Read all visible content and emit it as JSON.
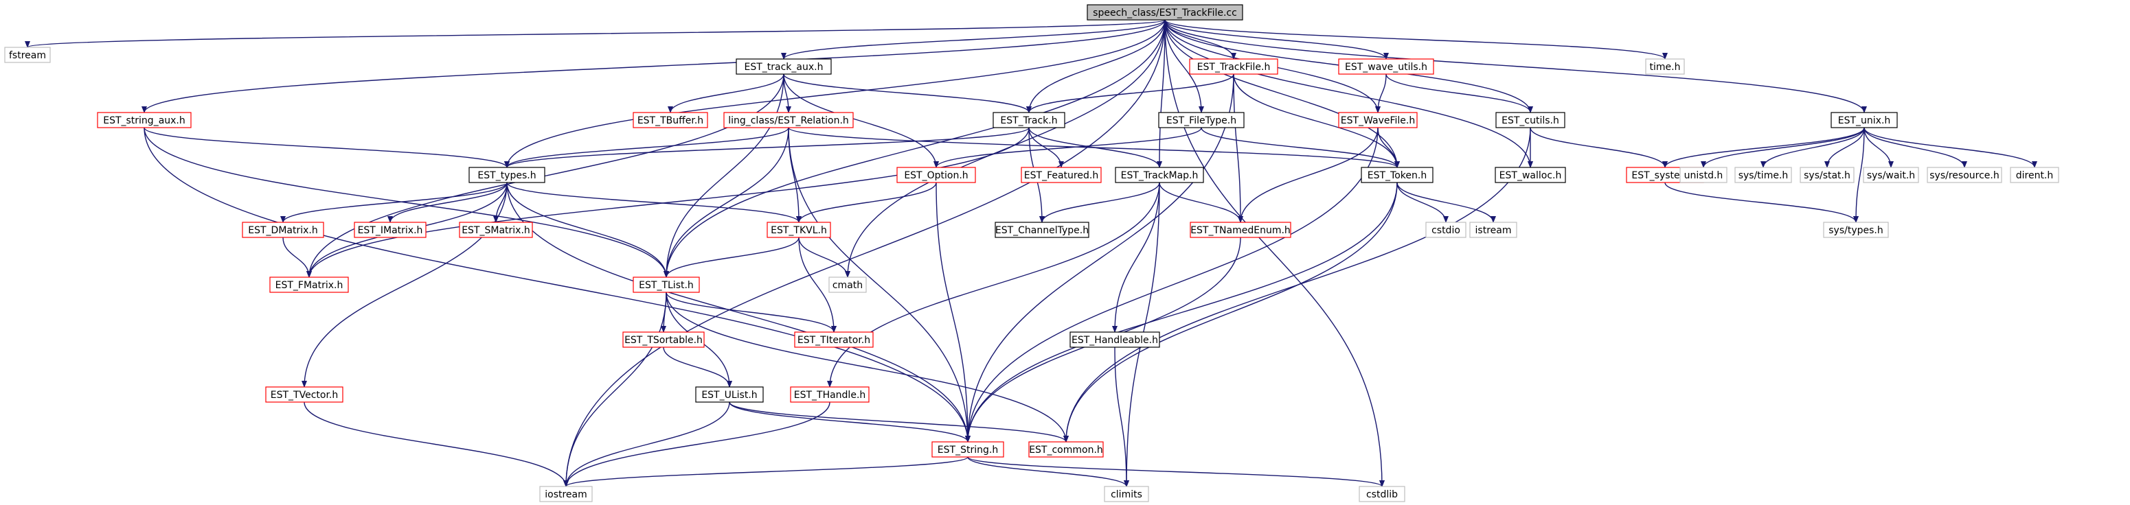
{
  "graph": {
    "nodes": [
      {
        "id": "root",
        "label": "speech_class/EST_TrackFile.cc",
        "kind": "root"
      },
      {
        "id": "fstream",
        "label": "fstream",
        "kind": "sys"
      },
      {
        "id": "iostream",
        "label": "iostream",
        "kind": "sys"
      },
      {
        "id": "string_aux",
        "label": "EST_string_aux.h",
        "kind": "link"
      },
      {
        "id": "types",
        "label": "EST_types.h",
        "kind": "doc"
      },
      {
        "id": "track_aux",
        "label": "EST_track_aux.h",
        "kind": "doc"
      },
      {
        "id": "tbuffer",
        "label": "EST_TBuffer.h",
        "kind": "link"
      },
      {
        "id": "relation",
        "label": "ling_class/EST_Relation.h",
        "kind": "link"
      },
      {
        "id": "track",
        "label": "EST_Track.h",
        "kind": "doc"
      },
      {
        "id": "trackfile",
        "label": "EST_TrackFile.h",
        "kind": "link"
      },
      {
        "id": "filetype",
        "label": "EST_FileType.h",
        "kind": "doc"
      },
      {
        "id": "wave_utils",
        "label": "EST_wave_utils.h",
        "kind": "link"
      },
      {
        "id": "wavefile",
        "label": "EST_WaveFile.h",
        "kind": "link"
      },
      {
        "id": "cutils",
        "label": "EST_cutils.h",
        "kind": "doc"
      },
      {
        "id": "walloc",
        "label": "EST_walloc.h",
        "kind": "doc"
      },
      {
        "id": "time",
        "label": "time.h",
        "kind": "sys"
      },
      {
        "id": "unix",
        "label": "EST_unix.h",
        "kind": "doc"
      },
      {
        "id": "system",
        "label": "EST_system.h",
        "kind": "link"
      },
      {
        "id": "unistd",
        "label": "unistd.h",
        "kind": "sys"
      },
      {
        "id": "systime",
        "label": "sys/time.h",
        "kind": "sys"
      },
      {
        "id": "sysstat",
        "label": "sys/stat.h",
        "kind": "sys"
      },
      {
        "id": "syswait",
        "label": "sys/wait.h",
        "kind": "sys"
      },
      {
        "id": "sysresource",
        "label": "sys/resource.h",
        "kind": "sys"
      },
      {
        "id": "dirent",
        "label": "dirent.h",
        "kind": "sys"
      },
      {
        "id": "systypes",
        "label": "sys/types.h",
        "kind": "sys"
      },
      {
        "id": "token",
        "label": "EST_Token.h",
        "kind": "doc"
      },
      {
        "id": "cstdio",
        "label": "cstdio",
        "kind": "sys"
      },
      {
        "id": "istream",
        "label": "istream",
        "kind": "sys"
      },
      {
        "id": "option",
        "label": "EST_Option.h",
        "kind": "link"
      },
      {
        "id": "featured",
        "label": "EST_Featured.h",
        "kind": "link"
      },
      {
        "id": "trackmap",
        "label": "EST_TrackMap.h",
        "kind": "doc"
      },
      {
        "id": "channeltype",
        "label": "EST_ChannelType.h",
        "kind": "doc"
      },
      {
        "id": "tnamedenum",
        "label": "EST_TNamedEnum.h",
        "kind": "link"
      },
      {
        "id": "dmatrix",
        "label": "EST_DMatrix.h",
        "kind": "link"
      },
      {
        "id": "imatrix",
        "label": "EST_IMatrix.h",
        "kind": "link"
      },
      {
        "id": "smatrix",
        "label": "EST_SMatrix.h",
        "kind": "link"
      },
      {
        "id": "tkvl",
        "label": "EST_TKVL.h",
        "kind": "link"
      },
      {
        "id": "fmatrix",
        "label": "EST_FMatrix.h",
        "kind": "link"
      },
      {
        "id": "tlist",
        "label": "EST_TList.h",
        "kind": "link"
      },
      {
        "id": "cmath",
        "label": "cmath",
        "kind": "sys"
      },
      {
        "id": "tsortable",
        "label": "EST_TSortable.h",
        "kind": "link"
      },
      {
        "id": "titerator",
        "label": "EST_TIterator.h",
        "kind": "link"
      },
      {
        "id": "handleable",
        "label": "EST_Handleable.h",
        "kind": "doc"
      },
      {
        "id": "ulist",
        "label": "EST_UList.h",
        "kind": "doc"
      },
      {
        "id": "thandle",
        "label": "EST_THandle.h",
        "kind": "link"
      },
      {
        "id": "tvector",
        "label": "EST_TVector.h",
        "kind": "link"
      },
      {
        "id": "string",
        "label": "EST_String.h",
        "kind": "link"
      },
      {
        "id": "common",
        "label": "EST_common.h",
        "kind": "link"
      },
      {
        "id": "climits",
        "label": "climits",
        "kind": "sys"
      },
      {
        "id": "cstdlib",
        "label": "cstdlib",
        "kind": "sys"
      }
    ],
    "edges": [
      [
        "root",
        "fstream"
      ],
      [
        "root",
        "iostream"
      ],
      [
        "root",
        "string_aux"
      ],
      [
        "root",
        "types"
      ],
      [
        "root",
        "track_aux"
      ],
      [
        "root",
        "tlist"
      ],
      [
        "root",
        "track"
      ],
      [
        "root",
        "trackfile"
      ],
      [
        "root",
        "filetype"
      ],
      [
        "root",
        "wave_utils"
      ],
      [
        "root",
        "wavefile"
      ],
      [
        "root",
        "cutils"
      ],
      [
        "root",
        "walloc"
      ],
      [
        "root",
        "time"
      ],
      [
        "root",
        "unix"
      ],
      [
        "root",
        "token"
      ],
      [
        "root",
        "trackmap"
      ],
      [
        "root",
        "cmath"
      ],
      [
        "root",
        "cstdlib"
      ],
      [
        "string_aux",
        "types"
      ],
      [
        "string_aux",
        "tlist"
      ],
      [
        "string_aux",
        "string"
      ],
      [
        "track_aux",
        "tbuffer"
      ],
      [
        "track_aux",
        "relation"
      ],
      [
        "track_aux",
        "track"
      ],
      [
        "track_aux",
        "option"
      ],
      [
        "track_aux",
        "tlist"
      ],
      [
        "track_aux",
        "fmatrix"
      ],
      [
        "relation",
        "types"
      ],
      [
        "relation",
        "tkvl"
      ],
      [
        "relation",
        "tlist"
      ],
      [
        "relation",
        "token"
      ],
      [
        "relation",
        "string"
      ],
      [
        "track",
        "types"
      ],
      [
        "track",
        "featured"
      ],
      [
        "track",
        "trackmap"
      ],
      [
        "track",
        "channeltype"
      ],
      [
        "track",
        "fmatrix"
      ],
      [
        "trackfile",
        "track"
      ],
      [
        "trackfile",
        "token"
      ],
      [
        "trackfile",
        "tnamedenum"
      ],
      [
        "trackfile",
        "string"
      ],
      [
        "filetype",
        "option"
      ],
      [
        "filetype",
        "token"
      ],
      [
        "wave_utils",
        "wavefile"
      ],
      [
        "wave_utils",
        "cutils"
      ],
      [
        "wavefile",
        "token"
      ],
      [
        "wavefile",
        "tnamedenum"
      ],
      [
        "wavefile",
        "string"
      ],
      [
        "cutils",
        "walloc"
      ],
      [
        "cutils",
        "system"
      ],
      [
        "cutils",
        "common"
      ],
      [
        "unix",
        "system"
      ],
      [
        "unix",
        "unistd"
      ],
      [
        "unix",
        "systime"
      ],
      [
        "unix",
        "sysstat"
      ],
      [
        "unix",
        "syswait"
      ],
      [
        "unix",
        "sysresource"
      ],
      [
        "unix",
        "dirent"
      ],
      [
        "unix",
        "systypes"
      ],
      [
        "system",
        "systypes"
      ],
      [
        "types",
        "dmatrix"
      ],
      [
        "types",
        "imatrix"
      ],
      [
        "types",
        "smatrix"
      ],
      [
        "types",
        "tkvl"
      ],
      [
        "types",
        "fmatrix"
      ],
      [
        "types",
        "tlist"
      ],
      [
        "types",
        "tvector"
      ],
      [
        "types",
        "string"
      ],
      [
        "option",
        "tkvl"
      ],
      [
        "option",
        "string"
      ],
      [
        "trackmap",
        "channeltype"
      ],
      [
        "trackmap",
        "tnamedenum"
      ],
      [
        "trackmap",
        "handleable"
      ],
      [
        "trackmap",
        "thandle"
      ],
      [
        "trackmap",
        "climits"
      ],
      [
        "token",
        "cstdio"
      ],
      [
        "token",
        "istream"
      ],
      [
        "token",
        "string"
      ],
      [
        "token",
        "common"
      ],
      [
        "tnamedenum",
        "string"
      ],
      [
        "dmatrix",
        "fmatrix"
      ],
      [
        "tkvl",
        "tlist"
      ],
      [
        "tkvl",
        "cmath"
      ],
      [
        "tkvl",
        "titerator"
      ],
      [
        "tlist",
        "tsortable"
      ],
      [
        "tlist",
        "titerator"
      ],
      [
        "tlist",
        "ulist"
      ],
      [
        "tlist",
        "iostream"
      ],
      [
        "tlist",
        "common"
      ],
      [
        "tsortable",
        "ulist"
      ],
      [
        "handleable",
        "climits"
      ],
      [
        "ulist",
        "string"
      ],
      [
        "ulist",
        "common"
      ],
      [
        "ulist",
        "iostream"
      ],
      [
        "thandle",
        "iostream"
      ],
      [
        "tvector",
        "iostream"
      ],
      [
        "string",
        "iostream"
      ],
      [
        "string",
        "climits"
      ],
      [
        "string",
        "cstdlib"
      ]
    ]
  }
}
